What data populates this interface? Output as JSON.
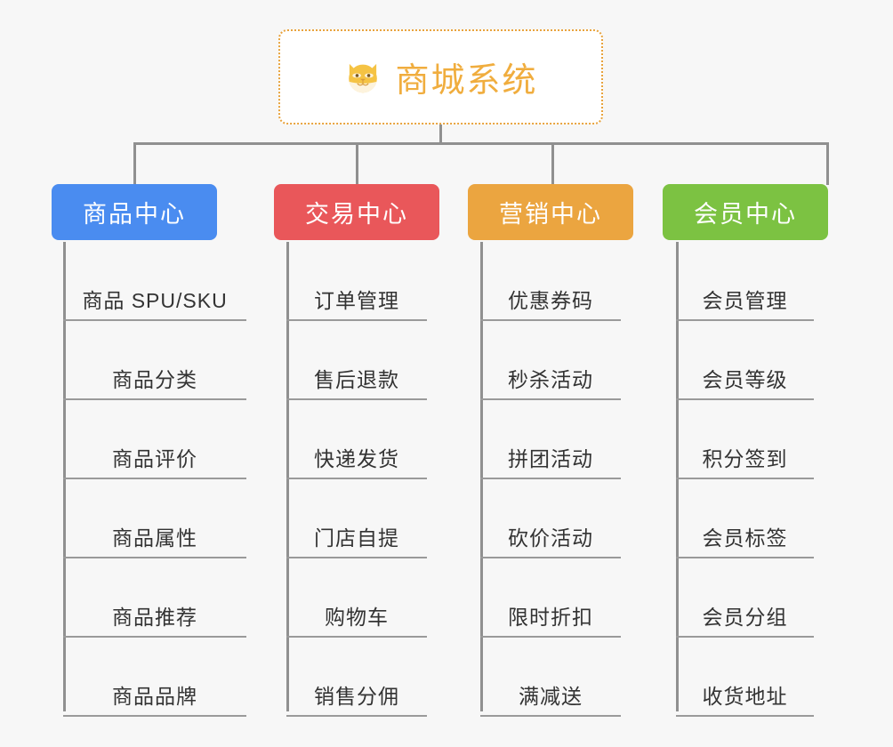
{
  "page": {
    "background_color": "#f7f7f7",
    "type": "mindmap"
  },
  "root": {
    "title": "商城系统",
    "icon": "shiba-dog-face-icon",
    "border_color": "#e8a33d",
    "text_color": "#f0ad3e",
    "background_color": "#ffffff"
  },
  "connector": {
    "color": "#909090"
  },
  "branches": [
    {
      "label": "商品中心",
      "color": "#4a8cf0",
      "items": [
        "商品 SPU/SKU",
        "商品分类",
        "商品评价",
        "商品属性",
        "商品推荐",
        "商品品牌"
      ]
    },
    {
      "label": "交易中心",
      "color": "#e9575a",
      "items": [
        "订单管理",
        "售后退款",
        "快递发货",
        "门店自提",
        "购物车",
        "销售分佣"
      ]
    },
    {
      "label": "营销中心",
      "color": "#eba540",
      "items": [
        "优惠券码",
        "秒杀活动",
        "拼团活动",
        "砍价活动",
        "限时折扣",
        "满减送"
      ]
    },
    {
      "label": "会员中心",
      "color": "#7cc242",
      "items": [
        "会员管理",
        "会员等级",
        "积分签到",
        "会员标签",
        "会员分组",
        "收货地址"
      ]
    }
  ]
}
